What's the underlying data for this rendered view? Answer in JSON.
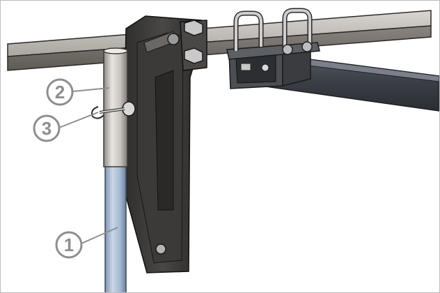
{
  "callouts": [
    {
      "label": "1"
    },
    {
      "label": "2"
    },
    {
      "label": "3"
    }
  ],
  "colors": {
    "frame_border": "#bdbdbd",
    "callout_gray": "#8e8e8e",
    "steel_dark": "#3a3a3a",
    "steel_mid": "#6c6c6c",
    "rail_light": "#a8a4a0",
    "pole_blue": "#9fb6d2",
    "sleeve_light": "#d3d0cc"
  },
  "icons": [
    "u-bolt",
    "hex-nut",
    "locking-pin"
  ]
}
